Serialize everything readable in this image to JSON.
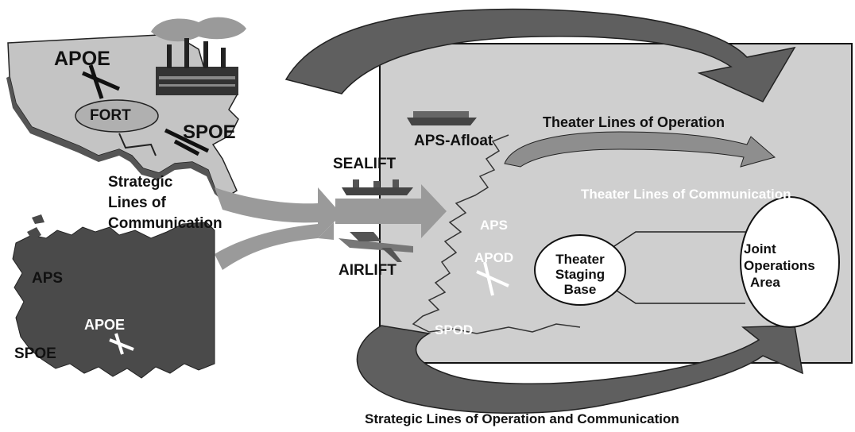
{
  "us_region": {
    "apoe": "APOE",
    "fort": "FORT",
    "spoe": "SPOE"
  },
  "strategic_loc": {
    "line1": "Strategic",
    "line2": "Lines of",
    "line3": "Communication"
  },
  "europe_region": {
    "aps": "APS",
    "apoe": "APOE",
    "spoe": "SPOE"
  },
  "lift": {
    "sealift": "SEALIFT",
    "airlift": "AIRLIFT"
  },
  "theater": {
    "aps_afloat": "APS-Afloat",
    "lines_of_operation": "Theater Lines of Operation",
    "lines_of_communication": "Theater Lines of Communication",
    "aps": "APS",
    "apod": "APOD",
    "spod": "SPOD",
    "staging_base": {
      "line1": "Theater",
      "line2": "Staging",
      "line3": "Base"
    },
    "joint_area": {
      "line1": "Joint",
      "line2": "Operations",
      "line3": "Area"
    }
  },
  "caption": "Strategic Lines of Operation and Communication",
  "colors": {
    "land_gray": "#c4c4c4",
    "europe_dark": "#4a4a4a",
    "arc_dark": "#5f5f5f",
    "arrow_mid": "#9a9a9a",
    "theater_bg": "#cfcfcf"
  }
}
